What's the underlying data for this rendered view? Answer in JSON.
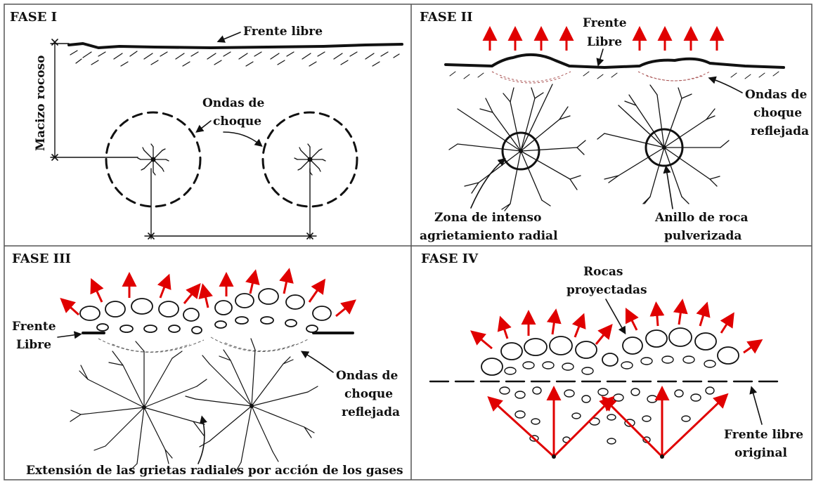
{
  "panels": {
    "fase1": {
      "title": "FASE I",
      "free_face": "Frente libre",
      "rock_mass": "Macizo rocoso",
      "shock_waves_1": "Ondas de",
      "shock_waves_2": "choque"
    },
    "fase2": {
      "title": "FASE II",
      "free_face_1": "Frente",
      "free_face_2": "Libre",
      "reflected_1": "Ondas de",
      "reflected_2": "choque",
      "reflected_3": "reflejada",
      "radial_zone_1": "Zona de intenso",
      "radial_zone_2": "agrietamiento radial",
      "ring_1": "Anillo de roca",
      "ring_2": "pulverizada"
    },
    "fase3": {
      "title": "FASE III",
      "free_face_1": "Frente",
      "free_face_2": "Libre",
      "reflected_1": "Ondas de",
      "reflected_2": "choque",
      "reflected_3": "reflejada",
      "cracks_caption": "Extensión de las grietas radiales por acción de los gases"
    },
    "fase4": {
      "title": "FASE IV",
      "thrown_1": "Rocas",
      "thrown_2": "proyectadas",
      "original_face_1": "Frente libre",
      "original_face_2": "original"
    }
  },
  "colors": {
    "arrow": "#e00000",
    "ink": "#111111",
    "border": "#555555"
  }
}
